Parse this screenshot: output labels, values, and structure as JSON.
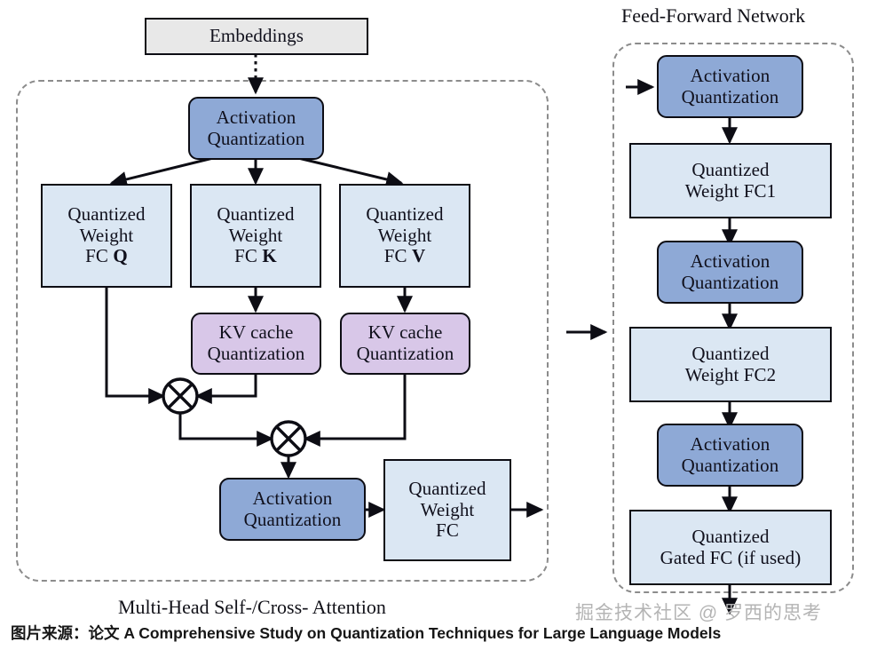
{
  "figure": {
    "title_attention": "Multi-Head Self-/Cross- Attention",
    "title_ffn": "Feed-Forward Network"
  },
  "attention": {
    "embeddings": "Embeddings",
    "act_quant_top": "Activation\nQuantization",
    "fc_q": "Quantized\nWeight\nFC Q",
    "fc_q_line1": "Quantized",
    "fc_q_line2": "Weight",
    "fc_q_line3_pre": "FC ",
    "fc_q_letter": "Q",
    "fc_k_line3_pre": "FC ",
    "fc_k_letter": "K",
    "fc_v_line3_pre": "FC ",
    "fc_v_letter": "V",
    "fc_line1": "Quantized",
    "fc_line2": "Weight",
    "kv_cache_k": "KV cache\nQuantization",
    "kv_cache_v": "KV cache\nQuantization",
    "matmul_1": "⊗",
    "matmul_2": "⊗",
    "act_quant_bottom": "Activation\nQuantization",
    "out_fc": "Quantized\nWeight\nFC"
  },
  "ffn": {
    "act_quant_1": "Activation\nQuantization",
    "fc1": "Quantized\nWeight FC1",
    "act_quant_2": "Activation\nQuantization",
    "fc2": "Quantized\nWeight FC2",
    "act_quant_3": "Activation\nQuantization",
    "gated_fc": "Quantized\nGated FC (if used)"
  },
  "footer": {
    "source_prefix": "图片来源：论文 ",
    "source_paper": "A Comprehensive Study on Quantization Techniques for Large Language Models",
    "source_full": "图片来源：论文 A Comprehensive Study on Quantization Techniques for Large Language Models",
    "watermark": "掘金技术社区 @ 罗西的思考"
  },
  "colors": {
    "activation_quant": "#8ea9d6",
    "quantized_weight_fc": "#dbe7f3",
    "kv_cache_quant": "#d8c7e8",
    "embeddings": "#e8e8e8",
    "border": "#0d0d14",
    "group_border": "#8c8c8c",
    "watermark": "#b4b4b4"
  }
}
